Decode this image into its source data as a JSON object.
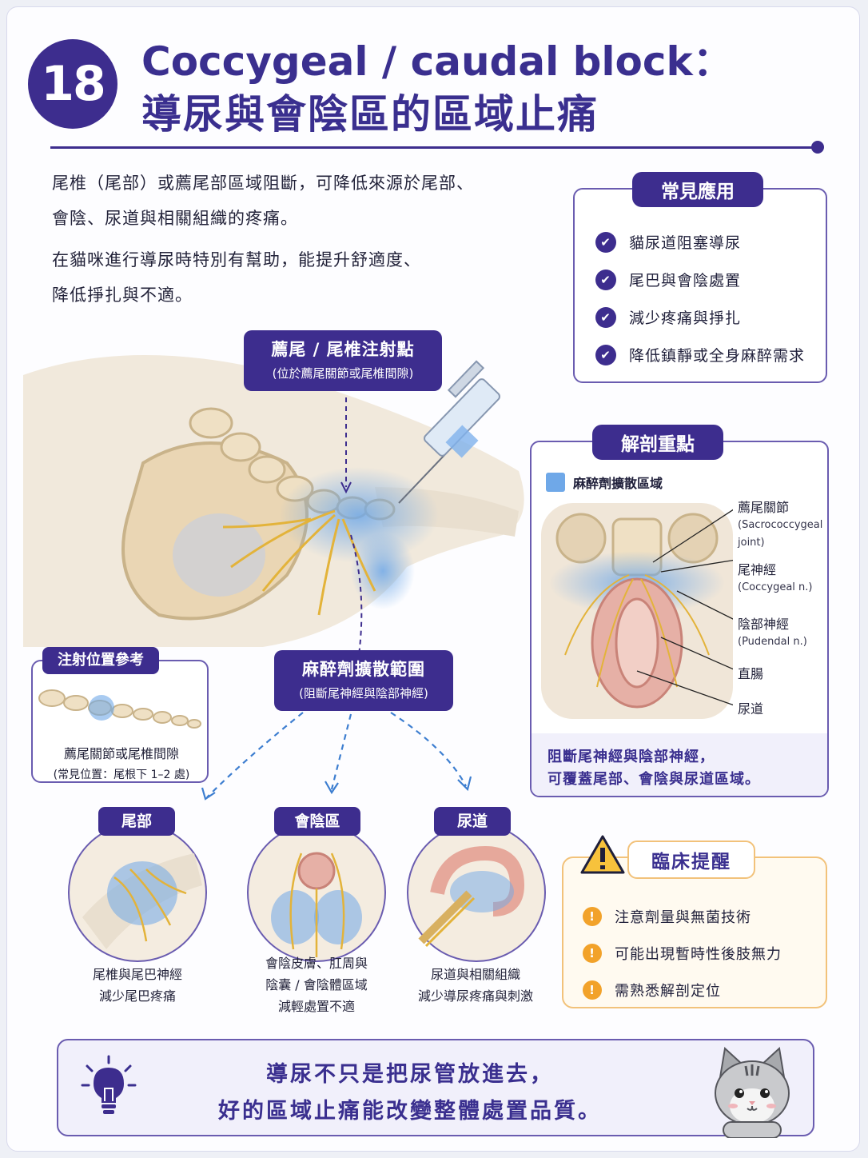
{
  "header": {
    "number": "18",
    "title_en": "Coccygeal / caudal block：",
    "title_zh": "導尿與會陰區的區域止痛"
  },
  "intro": {
    "line1": "尾椎（尾部）或薦尾部區域阻斷，可降低來源於尾部、",
    "line2": "會陰、尿道與相關組織的疼痛。",
    "line3": "在貓咪進行導尿時特別有幫助，能提升舒適度、",
    "line4": "降低掙扎與不適。"
  },
  "applications": {
    "title": "常見應用",
    "items": [
      "貓尿道阻塞導尿",
      "尾巴與會陰處置",
      "減少疼痛與掙扎",
      "降低鎮靜或全身麻醉需求"
    ]
  },
  "injection_callout": {
    "title": "薦尾 / 尾椎注射點",
    "subtitle": "(位於薦尾關節或尾椎間隙)"
  },
  "anatomy": {
    "title": "解剖重點",
    "legend": "麻醉劑擴散區域",
    "labels": [
      {
        "zh": "薦尾關節",
        "en1": "(Sacrococcygeal",
        "en2": "joint)"
      },
      {
        "zh": "尾神經",
        "en1": "(Coccygeal n.)",
        "en2": ""
      },
      {
        "zh": "陰部神經",
        "en1": "(Pudendal n.)",
        "en2": ""
      },
      {
        "zh": "直腸",
        "en1": "",
        "en2": ""
      },
      {
        "zh": "尿道",
        "en1": "",
        "en2": ""
      }
    ],
    "note_line1": "阻斷尾神經與陰部神經，",
    "note_line2": "可覆蓋尾部、會陰與尿道區域。"
  },
  "injection_ref": {
    "title": "注射位置參考",
    "caption1": "薦尾關節或尾椎間隙",
    "caption2": "(常見位置：尾根下 1–2 處)"
  },
  "spread_callout": {
    "title": "麻醉劑擴散範圍",
    "subtitle": "(阻斷尾神經與陰部神經)"
  },
  "regions": [
    {
      "tag": "尾部",
      "cap1": "尾椎與尾巴神經",
      "cap2": "減少尾巴疼痛",
      "cap3": ""
    },
    {
      "tag": "會陰區",
      "cap1": "會陰皮膚、肛周與",
      "cap2": "陰囊 / 會陰體區域",
      "cap3": "減輕處置不適"
    },
    {
      "tag": "尿道",
      "cap1": "尿道與相關組織",
      "cap2": "減少導尿疼痛與刺激",
      "cap3": ""
    }
  ],
  "warnings": {
    "title": "臨床提醒",
    "items": [
      "注意劑量與無菌技術",
      "可能出現暫時性後肢無力",
      "需熟悉解剖定位"
    ]
  },
  "footer": {
    "line1": "導尿不只是把尿管放進去，",
    "line2": "好的區域止痛能改變整體處置品質。"
  },
  "colors": {
    "brand": "#3d2d8e",
    "anesthetic_blue": "#6fa8e8",
    "nerve_yellow": "#e3b33a",
    "warning_orange": "#f2a22a"
  }
}
